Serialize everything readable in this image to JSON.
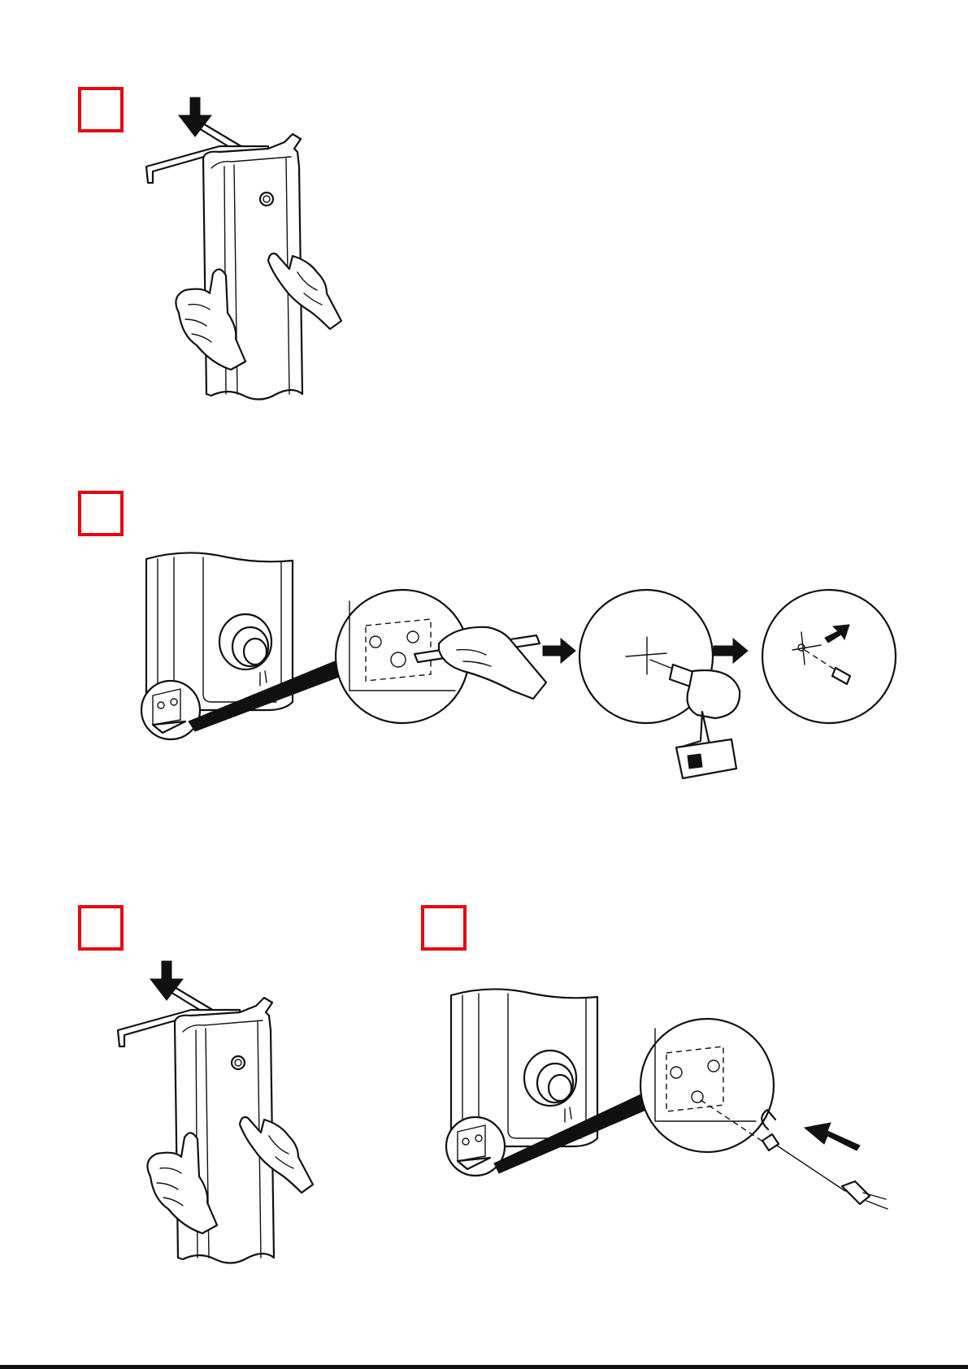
{
  "steps": [
    {
      "label": "",
      "title": "hang-mounting-bracket"
    },
    {
      "label": "",
      "title": "mark-drill-and-plug"
    },
    {
      "label": "",
      "title": "hang-mounting-bracket"
    },
    {
      "label": "",
      "title": "insert-fixing-screw"
    }
  ],
  "colors": {
    "step_box": "#e30613",
    "line": "#111111"
  },
  "icons": [
    "down-arrow-icon",
    "right-arrow-icon",
    "drill-icon",
    "pencil-icon",
    "screwdriver-icon",
    "wall-plug-icon"
  ]
}
